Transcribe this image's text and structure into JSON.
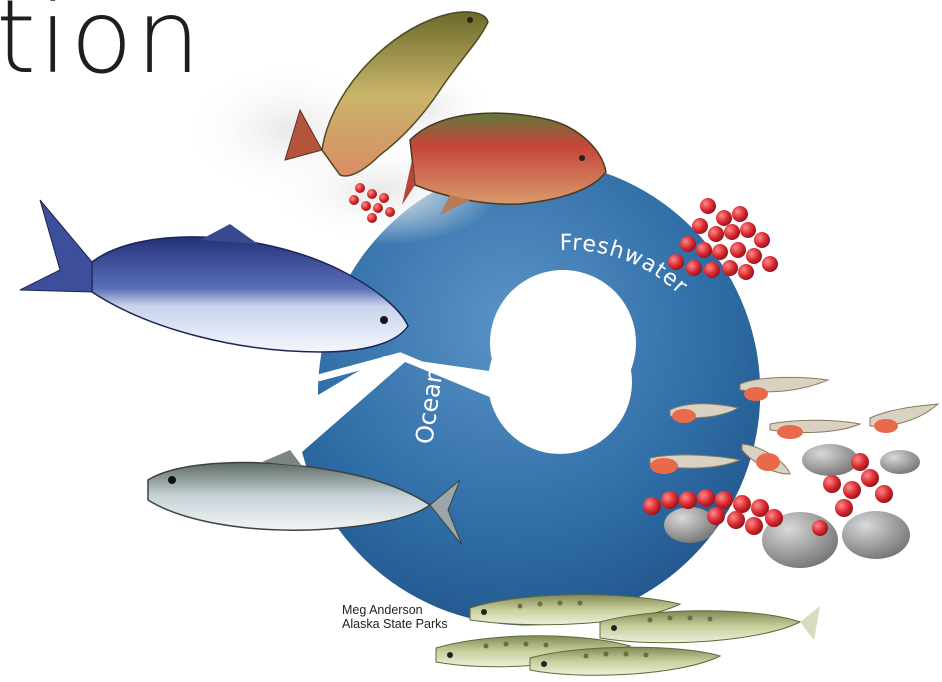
{
  "title_fragment": "tion",
  "cycle": {
    "freshwater_label": "Freshwater",
    "ocean_label": "Ocean",
    "ring_color": "#2f6da6",
    "ring_color_light": "#4a86bd"
  },
  "credit": {
    "line1": "Meg Anderson",
    "line2": "Alaska State Parks"
  },
  "icons": [
    "spawning-salmon",
    "eggs",
    "alevin",
    "fry",
    "smolt",
    "adult-ocean-salmon"
  ]
}
